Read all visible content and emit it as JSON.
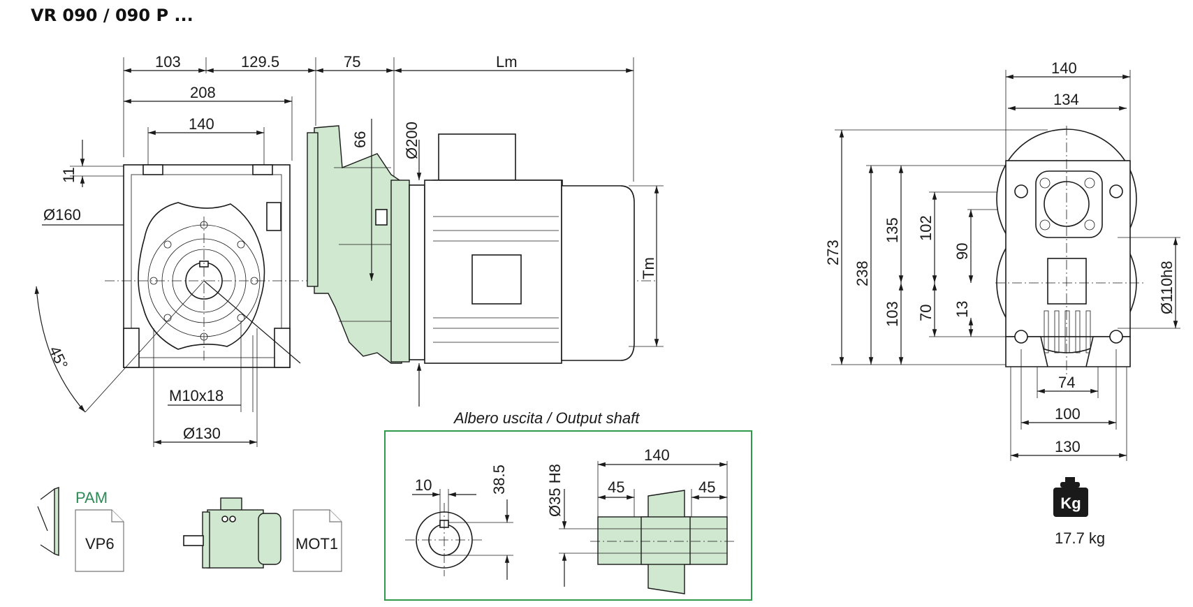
{
  "title": "VR 090 / 090 P ...",
  "colors": {
    "accent_green": "#cfe8cf",
    "frame_green": "#2e9a4a",
    "pam_text": "#2e8b57",
    "line": "#1a1a1a"
  },
  "side_view": {
    "dims": {
      "d103": "103",
      "d129_5": "129.5",
      "d75": "75",
      "lm": "Lm",
      "d208": "208",
      "d140": "140",
      "d11": "11",
      "d160": "Ø160",
      "d66": "66",
      "d200": "Ø200",
      "tm": "Tm",
      "angle": "45°",
      "thread": "M10x18",
      "d130": "Ø130"
    }
  },
  "front_view": {
    "dims": {
      "w140": "140",
      "w134": "134",
      "h273": "273",
      "h238": "238",
      "h135": "135",
      "h102": "102",
      "h90": "90",
      "h103": "103",
      "h70": "70",
      "h13": "13",
      "dia110": "Ø110h8",
      "w74": "74",
      "w100": "100",
      "w130": "130"
    }
  },
  "output_shaft": {
    "caption": "Albero uscita / Output shaft",
    "dims": {
      "key": "10",
      "depth": "38.5",
      "bore": "Ø35 H8",
      "length": "140",
      "left45": "45",
      "right45": "45"
    }
  },
  "icons": {
    "pam_label": "PAM",
    "doc1": "VP6",
    "doc2": "MOT1",
    "weight_badge": "Kg",
    "weight_value": "17.7 kg",
    "weight_icon": "weight-icon"
  }
}
